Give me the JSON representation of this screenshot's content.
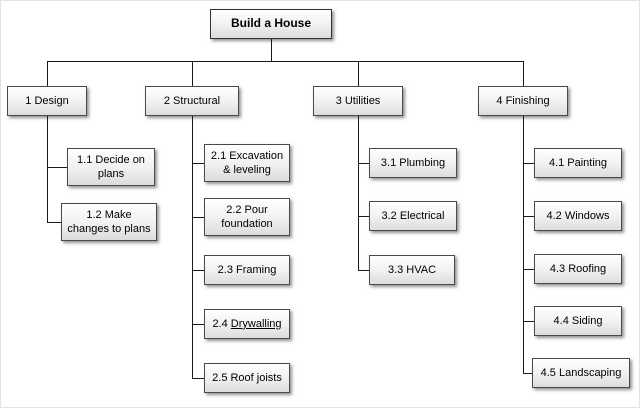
{
  "diagram": {
    "type": "work-breakdown-structure",
    "root": {
      "label": "Build a House"
    },
    "branches": [
      {
        "label": "1 Design",
        "children": [
          {
            "label": "1.1 Decide on plans"
          },
          {
            "label": "1.2 Make changes to plans"
          }
        ]
      },
      {
        "label": "2 Structural",
        "children": [
          {
            "label": "2.1 Excavation & leveling"
          },
          {
            "label": "2.2 Pour foundation"
          },
          {
            "label": "2.3 Framing"
          },
          {
            "prefix": "2.4",
            "name": "Drywalling",
            "underlined": true
          },
          {
            "label": "2.5 Roof joists"
          }
        ]
      },
      {
        "label": "3 Utilities",
        "children": [
          {
            "label": "3.1 Plumbing"
          },
          {
            "label": "3.2 Electrical"
          },
          {
            "label": "3.3 HVAC"
          }
        ]
      },
      {
        "label": "4 Finishing",
        "children": [
          {
            "label": "4.1 Painting"
          },
          {
            "label": "4.2 Windows"
          },
          {
            "label": "4.3 Roofing"
          },
          {
            "label": "4.4 Siding"
          },
          {
            "label": "4.5 Landscaping"
          }
        ]
      }
    ]
  }
}
